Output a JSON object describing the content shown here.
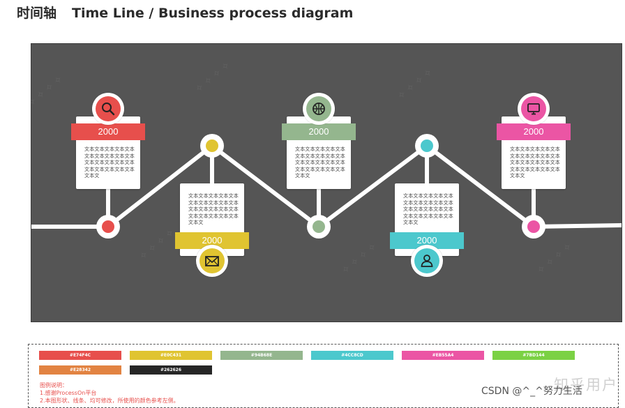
{
  "page": {
    "title_zh": "时间轴",
    "title_en": "Time Line / Business process diagram"
  },
  "colors": {
    "red": "#E74F4C",
    "yellow": "#E0C431",
    "green": "#94B68E",
    "cyan": "#4CC8CD",
    "pink": "#EB55A4",
    "lime": "#7BD144",
    "orange": "#E28342",
    "dark": "#262626",
    "canvas": "#555555"
  },
  "milestones": [
    {
      "label": "2000",
      "text": "文本文本文本文本文本文本文本文本文本文本文本文本文本文本文本文本文本文本文本文本文本文",
      "icon": "search-icon",
      "color": "#E74F4C"
    },
    {
      "label": "2000",
      "text": "文本文本文本文本文本文本文本文本文本文本文本文本文本文本文本文本文本文本文本文本文本文",
      "icon": "mail-icon",
      "color": "#E0C431"
    },
    {
      "label": "2000",
      "text": "文本文本文本文本文本文本文本文本文本文本文本文本文本文本文本文本文本文本文本文本文本文",
      "icon": "basketball-icon",
      "color": "#94B68E"
    },
    {
      "label": "2000",
      "text": "文本文本文本文本文本文本文本文本文本文本文本文本文本文本文本文本文本文本文本文本文本文",
      "icon": "user-icon",
      "color": "#4CC8CD"
    },
    {
      "label": "2000",
      "text": "文本文本文本文本文本文本文本文本文本文本文本文本文本文本文本文本文本文本文本文本文本文",
      "icon": "monitor-icon",
      "color": "#EB55A4"
    }
  ],
  "legend": {
    "swatches": [
      "#E74F4C",
      "#E0C431",
      "#94B68E",
      "#4CC8CD",
      "#EB55A4",
      "#7BD144",
      "#E28342",
      "#262626"
    ],
    "title": "图例说明：",
    "notes": [
      "1.感谢ProcessOn平台",
      "2.本图形状、线条、均可修改，所使用的颜色参考左侧。"
    ]
  },
  "watermark": {
    "site": "知乎用户",
    "csdn": "CSDN @^_^努力生活"
  }
}
